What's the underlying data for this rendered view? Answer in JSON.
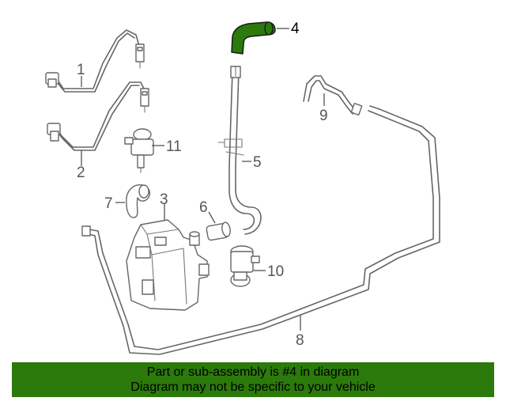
{
  "diagram": {
    "highlight_color": "#2b7a0b",
    "callouts": [
      {
        "id": "1",
        "label": "1"
      },
      {
        "id": "2",
        "label": "2"
      },
      {
        "id": "3",
        "label": "3"
      },
      {
        "id": "4",
        "label": "4"
      },
      {
        "id": "5",
        "label": "5"
      },
      {
        "id": "6",
        "label": "6"
      },
      {
        "id": "7",
        "label": "7"
      },
      {
        "id": "8",
        "label": "8"
      },
      {
        "id": "9",
        "label": "9"
      },
      {
        "id": "10",
        "label": "10"
      },
      {
        "id": "11",
        "label": "11"
      }
    ],
    "highlighted_part": "4"
  },
  "banner": {
    "line1": "Part or sub-assembly is #4 in diagram",
    "line2": "Diagram may not be specific to your vehicle",
    "background_color": "#2b7a0b"
  }
}
